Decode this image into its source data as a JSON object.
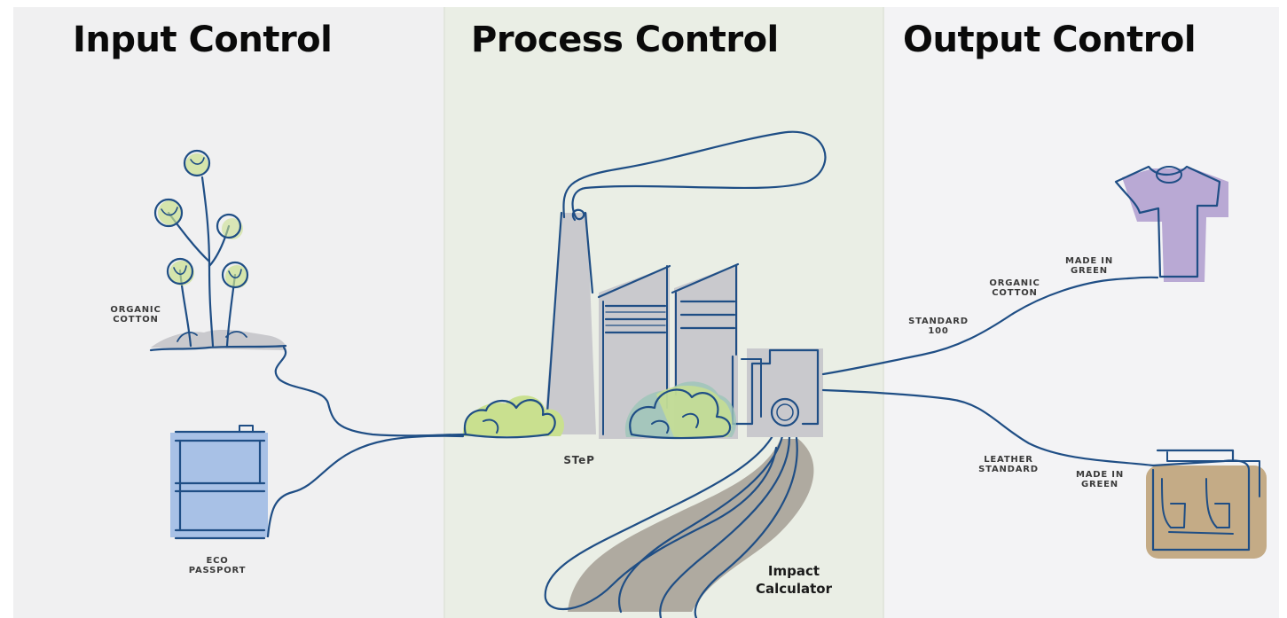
{
  "sections": {
    "input": {
      "title": "Input Control"
    },
    "process": {
      "title": "Process Control"
    },
    "output": {
      "title": "Output Control"
    }
  },
  "labels": {
    "organic_cotton_left": "ORGANIC\nCOTTON",
    "eco_passport": "ECO\nPASSPORT",
    "step": "STeP",
    "impact_calculator": "Impact\nCalculator",
    "standard_100": "STANDARD\n100",
    "organic_cotton_right": "ORGANIC\nCOTTON",
    "made_in_green_top": "MADE IN\nGREEN",
    "leather_standard": "LEATHER\nSTANDARD",
    "made_in_green_bottom": "MADE IN\nGREEN"
  },
  "colors": {
    "line": "#1f4e85",
    "grey_fill": "#c9c9cd",
    "green_fill": "#c9e08f",
    "blue_fill": "#a8c1e6",
    "purple_fill": "#b9a9d4",
    "tan_fill": "#c4ab86",
    "river_fill": "#a49d94"
  },
  "icons": [
    "cotton-plant-icon",
    "barrel-icon",
    "factory-icon",
    "bush-icon",
    "tshirt-icon",
    "bag-icon",
    "river-icon"
  ]
}
